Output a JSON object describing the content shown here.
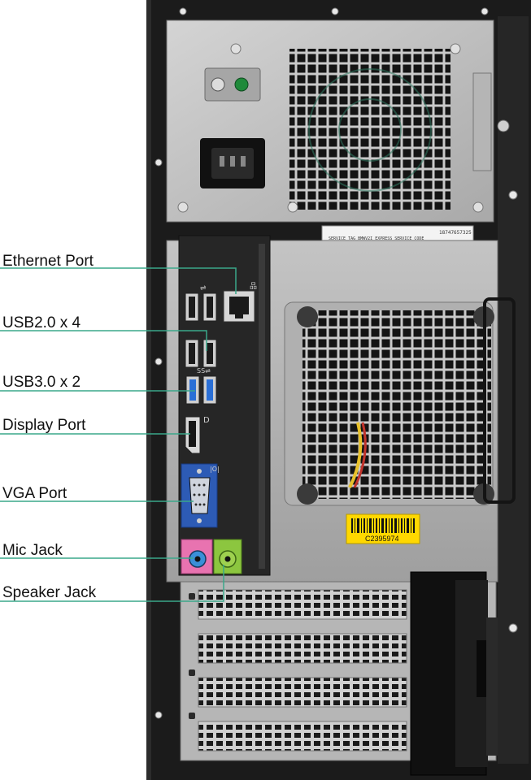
{
  "labels": {
    "ethernet": "Ethernet Port",
    "usb2": "USB2.0 x 4",
    "usb3": "USB3.0 x 2",
    "display": "Display Port",
    "vga": "VGA Port",
    "mic": "Mic Jack",
    "speaker": "Speaker Jack"
  },
  "service_tag": {
    "number": "18747657325",
    "row": "SERVICE  TAG BMWV2I  EXPRESS SERVICE CODE"
  },
  "asset_sticker": {
    "code": "C2395974"
  },
  "colors": {
    "leader_line": "#3aa78a",
    "chassis": "#1b1b1b",
    "panel": "#bcbcbc",
    "usb3_port": "#2a6fd6",
    "vga_port": "#2d5bb5",
    "mic_jack": "#e873b0",
    "speaker_jack": "#8cc63f",
    "sticker": "#ffd800"
  }
}
